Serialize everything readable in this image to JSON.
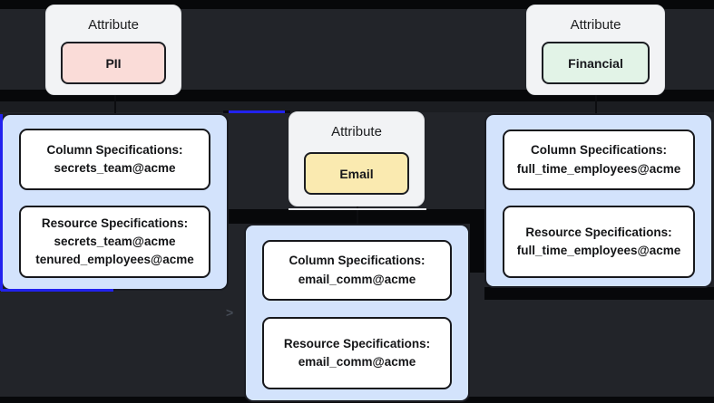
{
  "diagram": {
    "attribute_nodes": [
      {
        "title": "Attribute",
        "badge_label": "PII",
        "badge_color": "#fadcd8"
      },
      {
        "title": "Attribute",
        "badge_label": "Email",
        "badge_color": "#faeab0"
      },
      {
        "title": "Attribute",
        "badge_label": "Financial",
        "badge_color": "#e2f3e7"
      }
    ],
    "spec_groups": [
      {
        "name": "pii-specs",
        "column_spec": {
          "heading": "Column Specifications:",
          "values": [
            "secrets_team@acme"
          ]
        },
        "resource_spec": {
          "heading": "Resource Specifications:",
          "values": [
            "secrets_team@acme",
            "tenured_employees@acme"
          ]
        }
      },
      {
        "name": "email-specs",
        "column_spec": {
          "heading": "Column Specifications:",
          "values": [
            "email_comm@acme"
          ]
        },
        "resource_spec": {
          "heading": "Resource Specifications:",
          "values": [
            "email_comm@acme"
          ]
        }
      },
      {
        "name": "financial-specs",
        "column_spec": {
          "heading": "Column Specifications:",
          "values": [
            "full_time_employees@acme"
          ]
        },
        "resource_spec": {
          "heading": "Resource Specifications:",
          "values": [
            "full_time_employees@acme"
          ]
        }
      }
    ],
    "edge_arrow_glyph": ">",
    "colors": {
      "background": "#222429",
      "black_bands": "#07080a",
      "container_fill": "#d3e3fc",
      "container_border": "#1a1c22",
      "attribute_node_fill": "#f2f3f5",
      "pii_badge": "#fadcd8",
      "email_badge": "#faeab0",
      "financial_badge": "#e2f3e7",
      "selected_edge_blue": "#2222ee"
    }
  }
}
